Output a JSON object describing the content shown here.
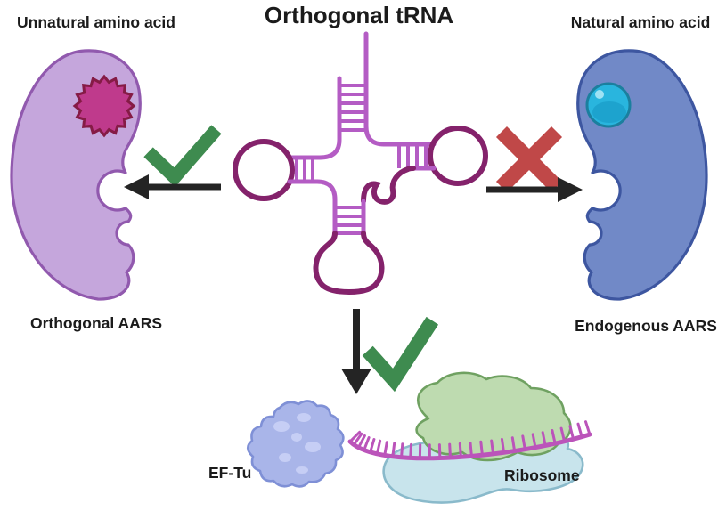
{
  "title": "Orthogonal tRNA",
  "labels": {
    "unnatural_amino_acid": "Unnatural amino acid",
    "natural_amino_acid": "Natural amino acid",
    "orthogonal_aars": "Orthogonal AARS",
    "endogenous_aars": "Endogenous AARS",
    "ef_tu": "EF-Tu",
    "ribosome": "Ribosome"
  },
  "icons": {
    "accept_left": "check-icon",
    "accept_bottom": "check-icon",
    "reject_right": "cross-icon",
    "flow_left": "arrow-left-icon",
    "flow_right": "arrow-right-icon",
    "flow_down": "arrow-down-icon",
    "center": "trna-cloverleaf-icon",
    "unnatural_cargo": "spiky-ball-icon",
    "natural_cargo": "sphere-icon"
  },
  "colors": {
    "accept_green": "#3e8b4f",
    "reject_red": "#c04848",
    "arrow_black": "#242424",
    "trna_strand_light": "#b45cc4",
    "trna_loop_dark": "#84226b",
    "orthogonal_aars_fill": "#c5a6dc",
    "orthogonal_aars_stroke": "#9159ae",
    "unnatural_aa_fill": "#bf3a8c",
    "unnatural_aa_stroke": "#851b45",
    "endogenous_aars_fill": "#7189c7",
    "endogenous_aars_stroke": "#3d56a0",
    "natural_aa_fill": "#29b5de",
    "natural_aa_stroke": "#1b7f9e",
    "natural_aa_shade": "#1ba0cb",
    "natural_aa_highlight": "#9fe2f4",
    "eftu_fill": "#a9b5e9",
    "eftu_stroke": "#7f90d6",
    "eftu_inner": "#c6cef5",
    "ribosome_large_fill": "#bedbb0",
    "ribosome_large_stroke": "#6fa161",
    "ribosome_small_fill": "#c8e4ec",
    "ribosome_small_stroke": "#8abacb",
    "mrna": "#bb54ba"
  }
}
